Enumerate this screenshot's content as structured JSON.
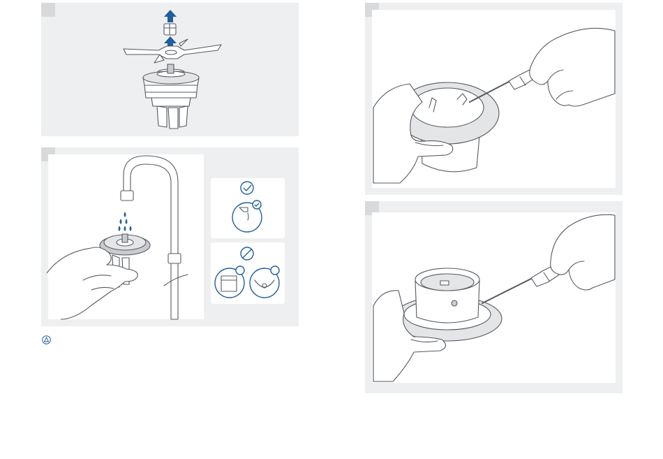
{
  "steps": [
    {
      "id": "step-1",
      "icon": "remove-nut-and-blade"
    },
    {
      "id": "step-2",
      "icon": "rinse-blade-under-tap"
    },
    {
      "id": "step-3",
      "icon": "screwdriver-ring-removal"
    },
    {
      "id": "step-4",
      "icon": "screwdriver-cup-removal"
    }
  ],
  "callouts": {
    "allowed": {
      "icon": "checkmark-icon",
      "detail": "tap-water-icon"
    },
    "not_allowed": {
      "icon": "prohibited-icon",
      "details": [
        "dishwasher-icon",
        "soaking-bowl-icon"
      ]
    }
  },
  "note": {
    "icon": "warning-icon"
  },
  "colors": {
    "panel_bg": "#eeeff0",
    "badge_bg": "#d8d9db",
    "accent_blue": "#1f5f9e",
    "line": "#555a60"
  }
}
